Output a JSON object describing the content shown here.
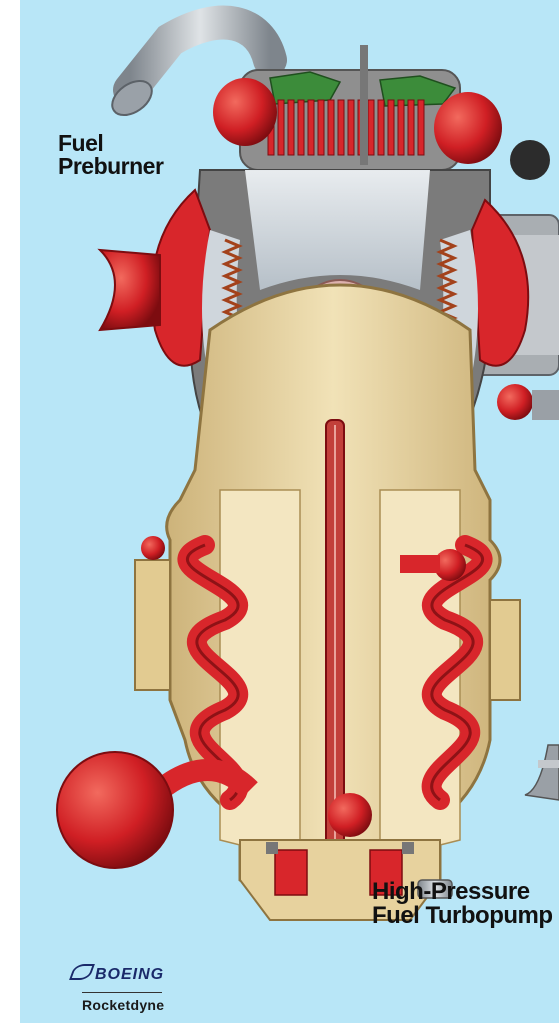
{
  "labels": {
    "preburner_line1": "Fuel",
    "preburner_line2": "Preburner",
    "turbopump_line1": "High-Pressure",
    "turbopump_line2": "Fuel Turbopump"
  },
  "logos": {
    "boeing": "BOEING",
    "rocketdyne": "Rocketdyne"
  },
  "colors": {
    "background": "#b8e6f7",
    "casing": "#e9d7a5",
    "casing_dark": "#b89a5e",
    "red": "#d8262b",
    "red_dark": "#8e1216",
    "steel": "#b8bec4",
    "steel_dark": "#6c7278"
  }
}
